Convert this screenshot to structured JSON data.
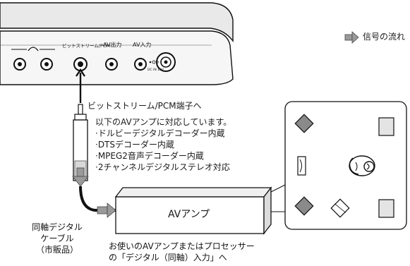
{
  "panel": {
    "jack_labels": [
      "ビットストリーム/PCM",
      "AV出力",
      "AV入力"
    ],
    "dc_label": "DC IN 12V"
  },
  "legend": {
    "label": "信号の流れ"
  },
  "port_label": "ビットストリーム/PCM端子へ",
  "support_text": {
    "heading": "以下のAVアンプに対応しています。",
    "items": [
      "·ドルビーデジタルデコーダー内蔵",
      "·DTSデコーダー内蔵",
      "·MPEG2音声デコーダー内蔵",
      "·2チャンネルデジタルステレオ対応"
    ]
  },
  "amp_label": "AVアンプ",
  "cable_label": [
    "同軸デジタル",
    "ケーブル",
    "（市販品）"
  ],
  "note": [
    "お使いのAVアンプまたはプロセッサー",
    "の「デジタル（同軸）入力」へ"
  ]
}
